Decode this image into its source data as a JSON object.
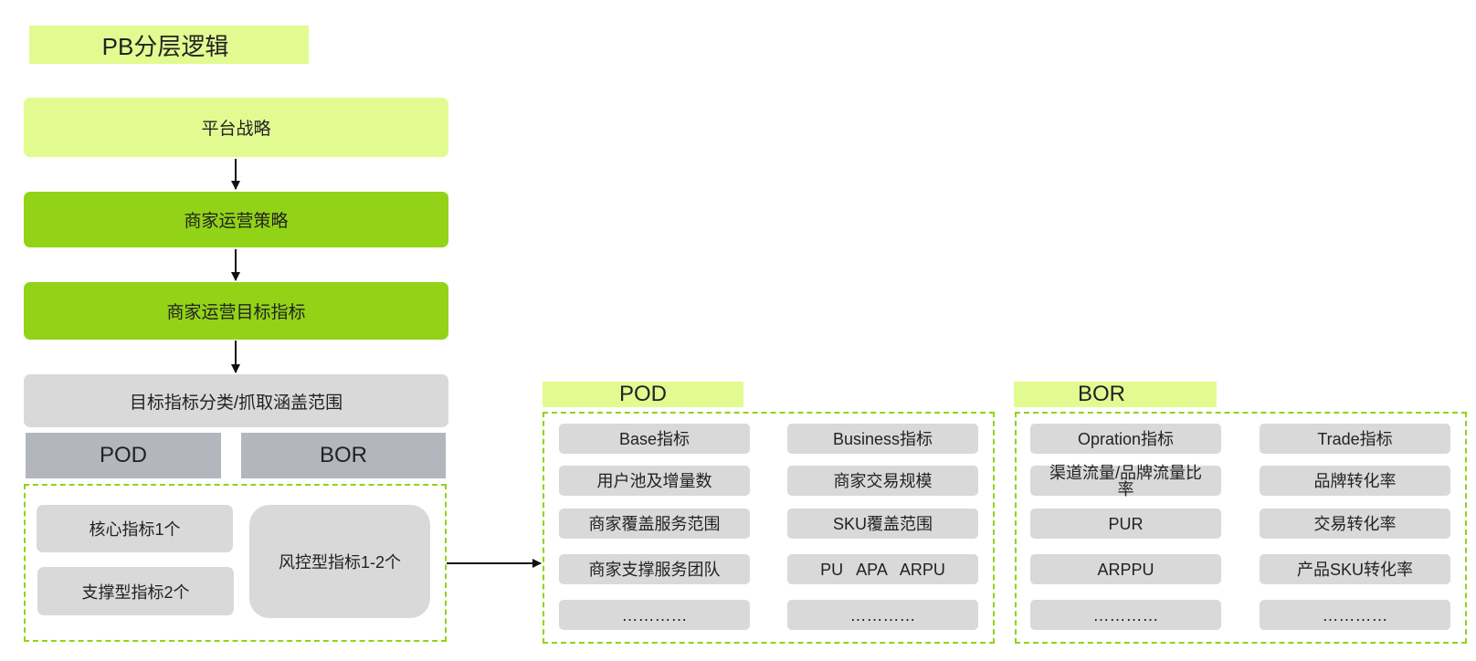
{
  "title": "PB分层逻辑",
  "flow": {
    "platform_strategy": "平台战略",
    "merchant_ops_strategy": "商家运营策略",
    "merchant_ops_target": "商家运营目标指标",
    "target_classification": "目标指标分类/抓取涵盖范围"
  },
  "split": {
    "pod_label": "POD",
    "bor_label": "BOR"
  },
  "metrics_box": {
    "core": "核心指标1个",
    "support": "支撑型指标2个",
    "risk": "风控型指标1-2个"
  },
  "pod_panel": {
    "title": "POD",
    "left": [
      "Base指标",
      "用户池及增量数",
      "商家覆盖服务范围",
      "商家支撑服务团队",
      "…………"
    ],
    "right": [
      "Business指标",
      "商家交易规模",
      "SKU覆盖范围",
      "PU   APA   ARPU",
      "…………"
    ]
  },
  "bor_panel": {
    "title": "BOR",
    "left": [
      "Opration指标",
      "渠道流量/品牌流量比率",
      "PUR",
      "ARPPU",
      "…………"
    ],
    "right": [
      "Trade指标",
      "品牌转化率",
      "交易转化率",
      "产品SKU转化率",
      "…………"
    ]
  },
  "colors": {
    "lime": "#e2fb91",
    "green": "#92d317",
    "light_gray": "#d9d9d9",
    "dark_gray": "#b3b6bd"
  }
}
